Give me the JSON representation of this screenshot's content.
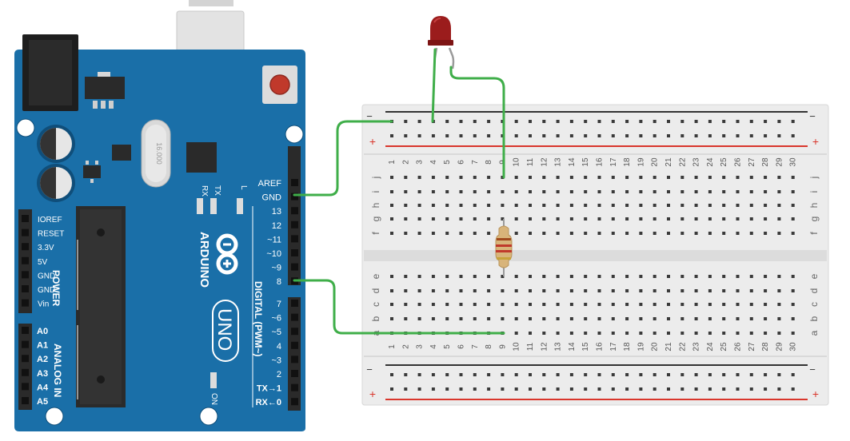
{
  "colors": {
    "board": "#1a6fa8",
    "board_dark": "#0f4e7a",
    "wire": "#3fae49",
    "breadboard": "#ececec",
    "rail_plus": "#d9362c",
    "rail_minus": "#333333",
    "led": "#9b1c1c"
  },
  "arduino": {
    "brand": "ARDUINO",
    "model": "UNO",
    "on_label": "ON",
    "crystal_label": "16.000",
    "led_labels": [
      "RX",
      "TX",
      "L"
    ],
    "power_header_title": "POWER",
    "power_pins": [
      "IOREF",
      "RESET",
      "3.3V",
      "5V",
      "GND",
      "GND",
      "Vin"
    ],
    "analog_header_title": "ANALOG IN",
    "analog_pins": [
      "A0",
      "A1",
      "A2",
      "A3",
      "A4",
      "A5"
    ],
    "digital_header_title": "DIGITAL (PWM~)",
    "digital_pins_upper": [
      "AREF",
      "GND",
      "13",
      "12",
      "~11",
      "~10",
      "~9",
      "8"
    ],
    "digital_pins_lower": [
      "7",
      "~6",
      "~5",
      "4",
      "~3",
      "2",
      "TX→1",
      "RX←0"
    ]
  },
  "breadboard": {
    "rail_plus": "+",
    "rail_minus": "−",
    "columns": [
      "1",
      "2",
      "3",
      "4",
      "5",
      "6",
      "7",
      "8",
      "9",
      "10",
      "11",
      "12",
      "13",
      "14",
      "15",
      "16",
      "17",
      "18",
      "19",
      "20",
      "21",
      "22",
      "23",
      "24",
      "25",
      "26",
      "27",
      "28",
      "29",
      "30"
    ],
    "top_rows": [
      "j",
      "i",
      "h",
      "g",
      "f"
    ],
    "bottom_rows": [
      "e",
      "d",
      "c",
      "b",
      "a"
    ]
  },
  "components": {
    "led_icon": "red-led-icon",
    "resistor_icon": "resistor-icon"
  }
}
